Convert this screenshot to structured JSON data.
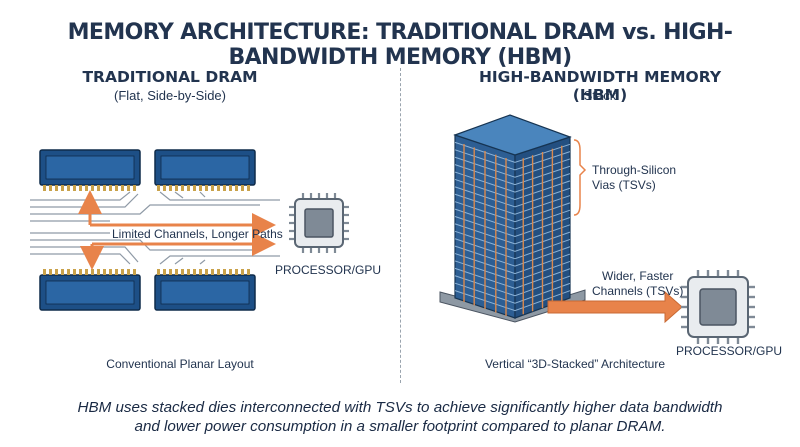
{
  "title": "MEMORY ARCHITECTURE: TRADITIONAL DRAM vs. HIGH-BANDWIDTH MEMORY (HBM)",
  "left": {
    "heading": "TRADITIONAL DRAM",
    "subheading": "(Flat, Side-by-Side)",
    "channels_label": "Limited Channels, Longer Paths",
    "processor_label": "PROCESSOR/GPU",
    "footer": "Conventional Planar Layout"
  },
  "right": {
    "heading": "HIGH-BANDWIDTH MEMORY (HBM)",
    "subheading": "Stack",
    "tsv_label_line1": "Through-Silicon",
    "tsv_label_line2": "Vias (TSVs)",
    "channels_label_line1": "Wider, Faster",
    "channels_label_line2": "Channels (TSVs)",
    "processor_label": "PROCESSOR/GPU",
    "footer": "Vertical “3D-Stacked” Architecture"
  },
  "caption_line1": "HBM uses stacked dies interconnected with TSVs to achieve significantly higher data bandwidth",
  "caption_line2": "and lower power consumption in a smaller footprint compared to planar DRAM.",
  "colors": {
    "navy": "#22344f",
    "chip_blue": "#1d4f86",
    "orange_arrow": "#e8834a",
    "tsv_orange": "#d9894e",
    "stack_top": "#4a85bd",
    "processor_gray": "#7f8a96"
  },
  "icons": [
    "dram-module-icon",
    "processor-chip-icon",
    "hbm-stack-icon",
    "arrow-icon"
  ]
}
